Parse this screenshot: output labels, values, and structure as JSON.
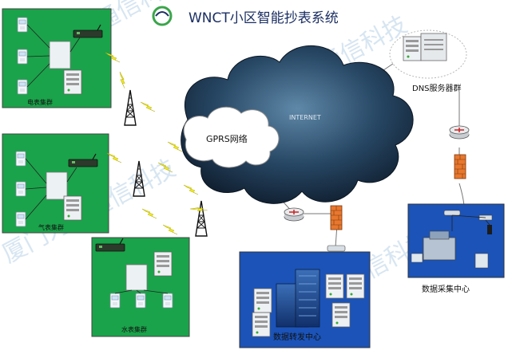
{
  "title": "WNCT小区智能抄表系统",
  "panels": {
    "electric": "电表集群",
    "gas": "气表集群",
    "water": "水表集群",
    "dns": "DNS服务器群",
    "collect": "数据采集中心",
    "forward": "数据转发中心"
  },
  "clouds": {
    "gprs": "GPRS网络",
    "internet": "INTERNET"
  },
  "watermark": "厦门为那通信科技",
  "colors": {
    "green_panel": "#1aa34a",
    "blue_panel": "#1b53b8",
    "dark_cloud": "#1a2e45",
    "lightning": "#f0e81c"
  }
}
